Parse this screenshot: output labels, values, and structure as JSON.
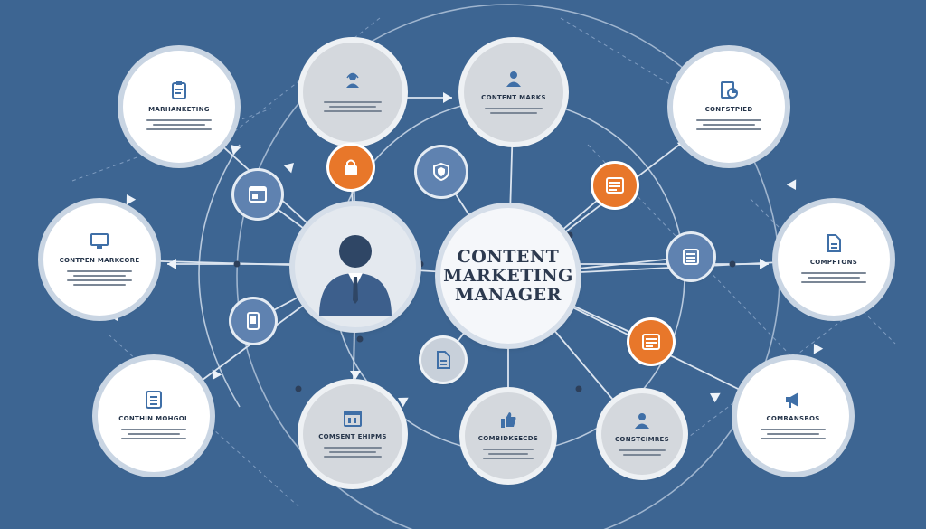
{
  "hub": {
    "title_lines": [
      "CONTENT",
      "MARKETING",
      "MANAGER"
    ]
  },
  "nodes": [
    {
      "label": "MARHANKETING",
      "icon": "clipboard-icon",
      "lines": 3
    },
    {
      "label": "",
      "icon": "person-headset-icon",
      "lines": 3
    },
    {
      "label": "CONTENT MARKS",
      "icon": "person-icon",
      "lines": 2
    },
    {
      "label": "CONFSTPIED",
      "icon": "document-chart-icon",
      "lines": 3
    },
    {
      "label": "CONTPEN MARKCORE",
      "icon": "monitor-icon",
      "lines": 4
    },
    {
      "label": "COMPFTONS",
      "icon": "document-icon",
      "lines": 3
    },
    {
      "label": "CONTHIN MOHGOL",
      "icon": "checklist-icon",
      "lines": 3
    },
    {
      "label": "COMSENT EHIPMS",
      "icon": "calendar-icon",
      "lines": 3
    },
    {
      "label": "COMBIDKEECDS",
      "icon": "thumbs-up-icon",
      "lines": 3
    },
    {
      "label": "CONSTCIMRES",
      "icon": "user-icon",
      "lines": 2
    },
    {
      "label": "COMRANSBOS",
      "icon": "megaphone-icon",
      "lines": 3
    }
  ],
  "badges": [
    {
      "icon": "browser-window-icon",
      "color": "blue"
    },
    {
      "icon": "lock-icon",
      "color": "orange"
    },
    {
      "icon": "shield-icon",
      "color": "blue"
    },
    {
      "icon": "dashboard-icon",
      "color": "orange"
    },
    {
      "icon": "list-icon",
      "color": "blue"
    },
    {
      "icon": "dashboard-icon",
      "color": "orange"
    },
    {
      "icon": "document-icon",
      "color": "grey"
    },
    {
      "icon": "tablet-icon",
      "color": "blue"
    }
  ],
  "colors": {
    "background": "#3d6592",
    "accent": "#e8772a",
    "node_ring": "#c9d5e3",
    "line": "#dbe4ef"
  }
}
